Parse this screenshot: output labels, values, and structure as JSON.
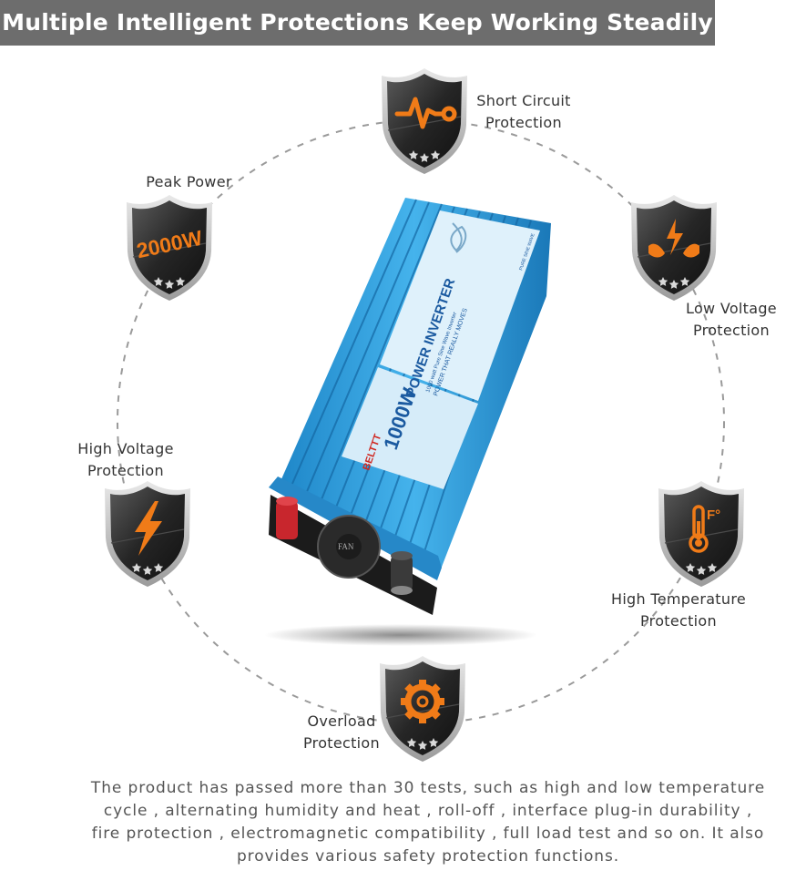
{
  "header": {
    "title": "Multiple Intelligent Protections Keep Working Steadily"
  },
  "protections": [
    {
      "id": "short-circuit",
      "label_lines": [
        "Short Circuit",
        "Protection"
      ],
      "icon": "pulse-icon"
    },
    {
      "id": "low-voltage",
      "label_lines": [
        "Low Voltage",
        "Protection"
      ],
      "icon": "hands-lightning-icon"
    },
    {
      "id": "high-temperature",
      "label_lines": [
        "High Temperature",
        "Protection"
      ],
      "icon": "thermometer-icon",
      "icon_text": "F°"
    },
    {
      "id": "overload",
      "label_lines": [
        "Overload",
        "Protection"
      ],
      "icon": "gear-icon"
    },
    {
      "id": "high-voltage",
      "label_lines": [
        "High Voltage",
        "Protection"
      ],
      "icon": "lightning-icon"
    },
    {
      "id": "peak-power",
      "label_lines": [
        "Peak Power"
      ],
      "icon": "peak-power-text",
      "icon_text": "2000W"
    }
  ],
  "product": {
    "brand": "BELTTT",
    "model_title": "POWER INVERTER",
    "wattage": "1000W",
    "fan_label": "FAN",
    "slogan": "POWER THAT REALLY MOVES",
    "wave_label": "PURE SINE WAVE",
    "spec_line": "1000 watt Pure Sine Wave Inverter"
  },
  "footer": {
    "lines": [
      "The product has passed more than 30 tests, such as high and low temperature",
      "cycle , alternating humidity and heat , roll-off , interface plug-in durability ,",
      "fire protection , electromagnetic compatibility , full load test and so on. It also",
      "provides various safety protection functions."
    ]
  },
  "colors": {
    "banner": "#6d6d6d",
    "accent": "#f07b18",
    "shield_dark": "#2b2b2b",
    "product_blue": "#2f9fdc"
  }
}
